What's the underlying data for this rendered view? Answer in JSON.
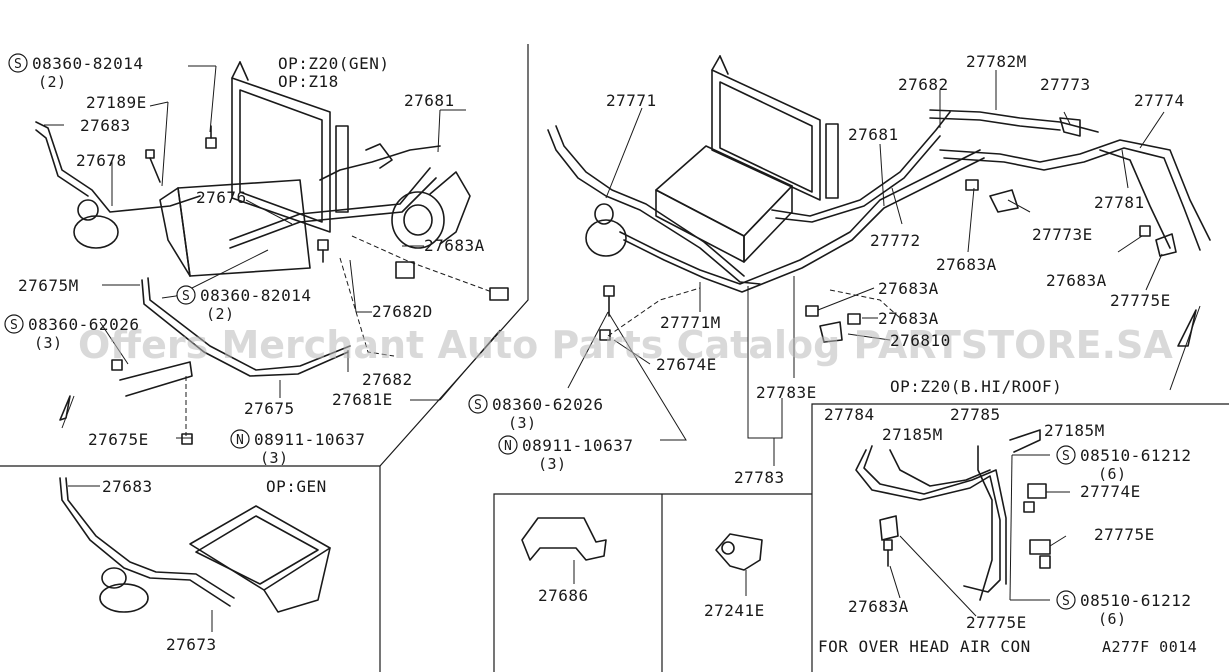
{
  "notes": {
    "opt_z20_gen": "OP:Z20(GEN)",
    "opt_z18": "OP:Z18",
    "opt_gen": "OP:GEN",
    "opt_z20_hi_roof": "OP:Z20(B.HI/ROOF)",
    "for_overhead": "FOR OVER HEAD AIR CON",
    "diagram_code": "A277F 0014"
  },
  "watermark": "Offers Merchant Auto Parts Catalog PARTSTORE.SA",
  "callouts": {
    "s_circle": "S",
    "n_circle": "N",
    "s1_num": "08360-82014",
    "s1_qty": "(2)",
    "s2_num": "08360-82014",
    "s2_qty": "(2)",
    "s3_num": "08360-62026",
    "s3_qty": "(3)",
    "n1_num": "08911-10637",
    "n1_qty": "(3)",
    "s4_num": "08360-62026",
    "s4_qty": "(3)",
    "n2_num": "08911-10637",
    "n2_qty": "(3)",
    "s5_num": "08510-61212",
    "s5_qty": "(6)",
    "s6_num": "08510-61212",
    "s6_qty": "(6)"
  },
  "parts": {
    "p27189E": "27189E",
    "p27683_a": "27683",
    "p27678": "27678",
    "p27676": "27676",
    "p27681_a": "27681",
    "p27683A_a": "27683A",
    "p27675M": "27675M",
    "p27682D": "27682D",
    "p27682_a": "27682",
    "p27675": "27675",
    "p27681E": "27681E",
    "p27675E": "27675E",
    "p27683_b": "27683",
    "p27673": "27673",
    "p27771": "27771",
    "p27682_b": "27682",
    "p27782M": "27782M",
    "p27773": "27773",
    "p27774": "27774",
    "p27681_b": "27681",
    "p27781": "27781",
    "p27773E": "27773E",
    "p27772": "27772",
    "p27683A_b": "27683A",
    "p27683A_c": "27683A",
    "p27683A_d": "27683A",
    "p27683A_e": "27683A",
    "p27775E_a": "27775E",
    "p27771M": "27771M",
    "p27681O": "276810",
    "p27674E": "27674E",
    "p27783E": "27783E",
    "p27783": "27783",
    "p27686": "27686",
    "p27241E": "27241E",
    "p27784": "27784",
    "p27785": "27785",
    "p27185M_a": "27185M",
    "p27185M_b": "27185M",
    "p27774E": "27774E",
    "p27775E_b": "27775E",
    "p27683A_f": "27683A",
    "p27775E_c": "27775E"
  }
}
